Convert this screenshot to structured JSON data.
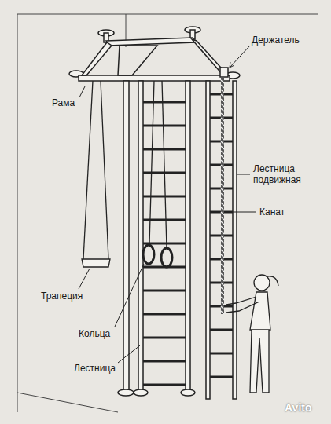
{
  "diagram": {
    "labels": [
      "Держатель",
      "Рама",
      "Лестница подвижная",
      "Канат",
      "Трапеция",
      "Кольца",
      "Лестница",
      "Avito"
    ]
  }
}
